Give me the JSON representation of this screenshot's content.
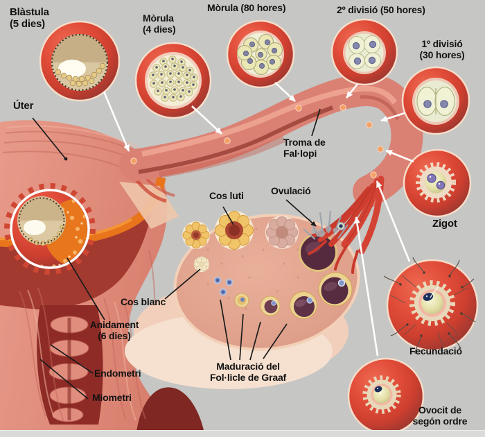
{
  "diagram": {
    "subject": "female reproductive cycle — ovulation, fertilisation and embryo development (Catalan)",
    "colors": {
      "background": "#c6c6c4",
      "bottom_strip": "#dadad8",
      "inset_circle_red": "#e04b38",
      "tube_pink": "#db8174",
      "endometrium_orange": "#e8741b",
      "ovary_pink": "#e2a38c",
      "follicle_yellow": "#ecd28f",
      "follicle_dark": "#5f3146",
      "label_text": "#121212",
      "leader_white": "#ffffff",
      "leader_black": "#1b1b1b"
    }
  },
  "labels": {
    "blastula": "Blàstula\n(5 dies)",
    "morula4": "Mòrula\n(4 dies)",
    "morula80": "Mòrula (80 hores)",
    "div2": "2º divisió (50 hores)",
    "div1": "1º divisió\n(30 hores)",
    "uter": "Úter",
    "troma": "Troma de\nFal·lopi",
    "ovulacio": "Ovulació",
    "zigot": "Zigot",
    "cosluti": "Cos luti",
    "cosblanc": "Cos blanc",
    "anidament": "Anidament\n(6 dies)",
    "endometri": "Endometri",
    "miometri": "Miometri",
    "maduracio": "Maduració del\nFol·licle de Graaf",
    "fecundacio": "Fecundació",
    "ovocit": "Ovocit de\nsegón ordre"
  }
}
